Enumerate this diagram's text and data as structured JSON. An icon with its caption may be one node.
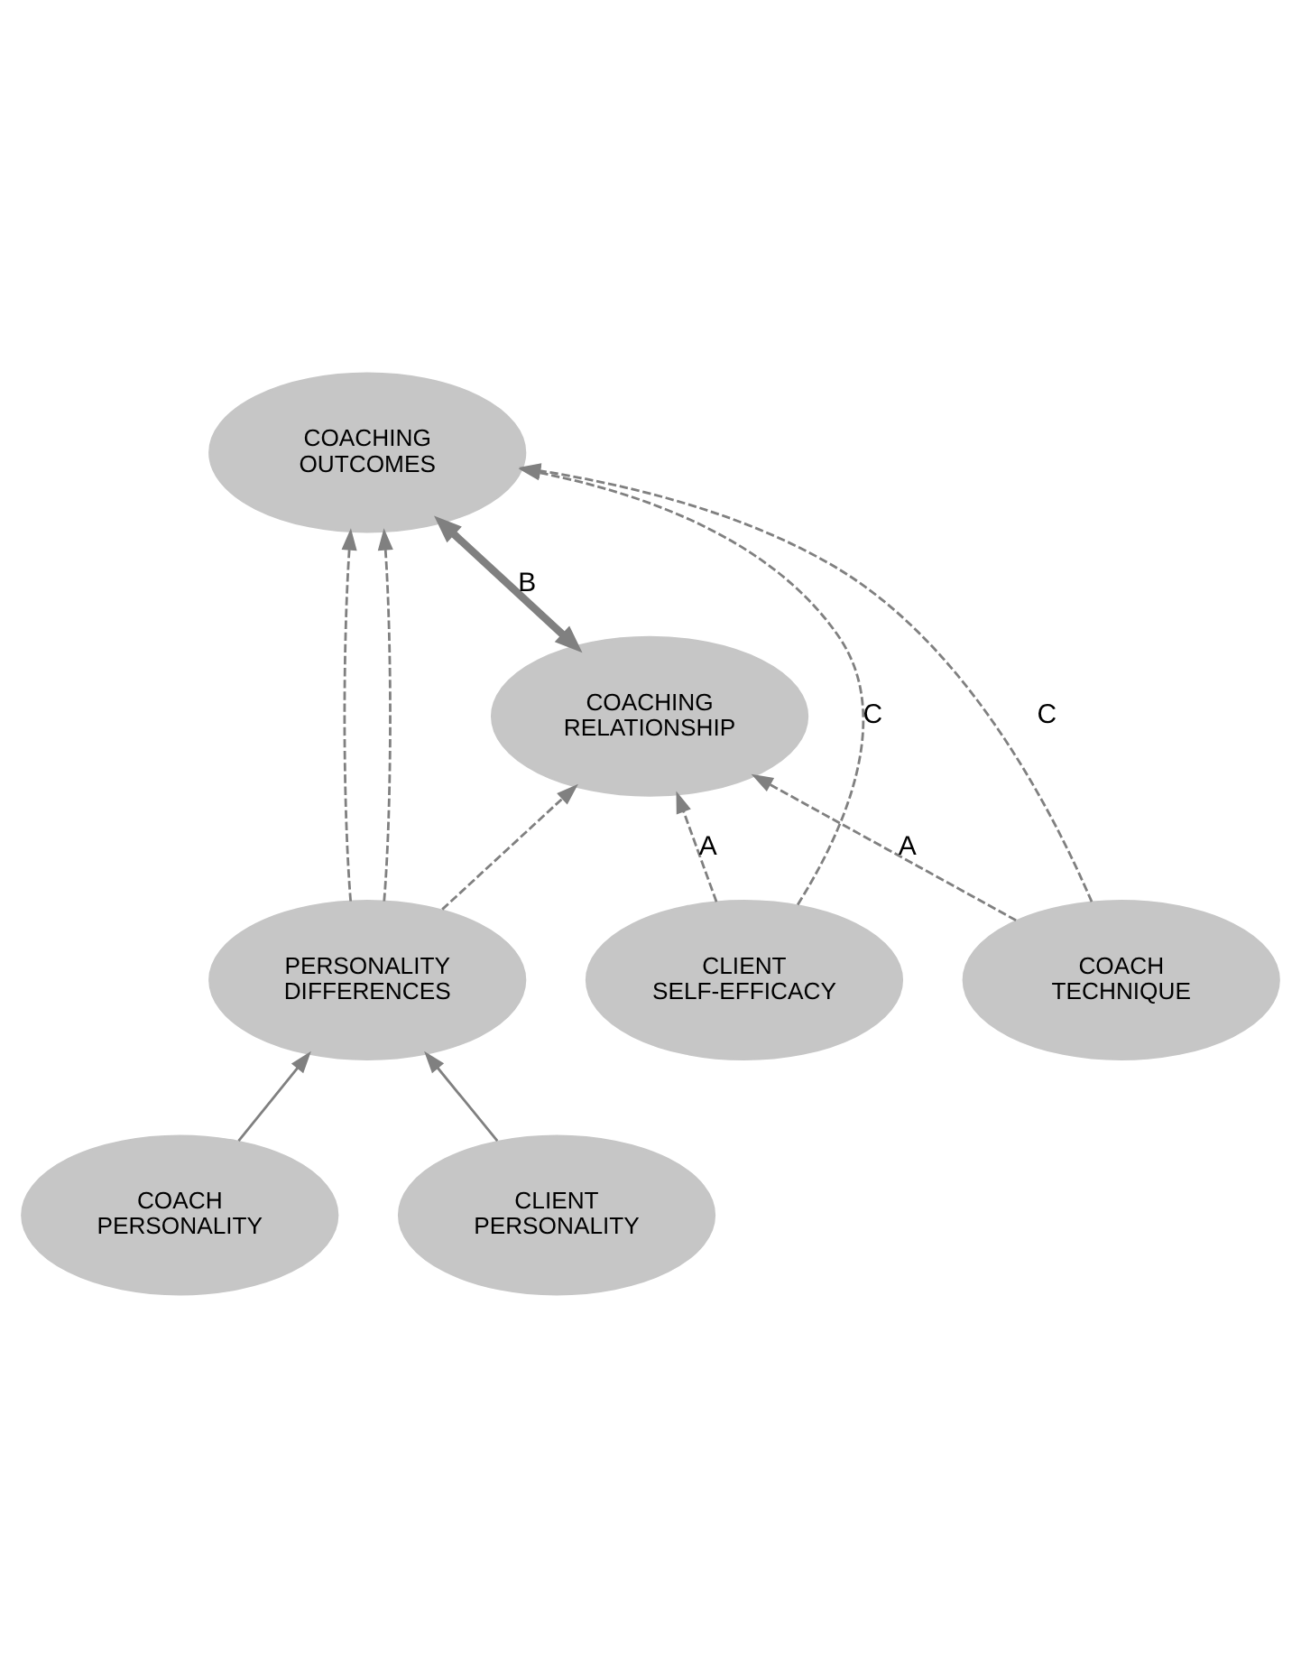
{
  "diagram": {
    "nodes": [
      {
        "text": [
          "COACHING OUTCOMES"
        ]
      },
      {
        "text": [
          "COACHING RELATIONSHIP"
        ]
      },
      {
        "text": [
          "PERSONALITY DIFFERENCES"
        ]
      },
      {
        "text": [
          "COACH TECHNIQUE"
        ]
      },
      {
        "text": [
          "CLIENT SELF-EFFICACY"
        ]
      },
      {
        "text": [
          "COACH PERSONALITY"
        ]
      },
      {
        "text": [
          "CLIENT PERSONALITY"
        ]
      }
    ],
    "edges": [
      {
        "from": 1,
        "to": 0,
        "arrow": "both",
        "label": "B",
        "style": "thick"
      },
      {
        "from": 3,
        "to": 0,
        "arrow": "to",
        "label": "C",
        "style": "dashed"
      },
      {
        "from": 2,
        "to": 0,
        "arrow": "to",
        "style": "dashed"
      },
      {
        "from": 2,
        "to": 0,
        "arrow": "to",
        "style": "dashed"
      },
      {
        "from": 4,
        "to": 0,
        "arrow": "to",
        "label": "C",
        "style": "dashed"
      },
      {
        "from": 3,
        "to": 1,
        "arrow": "to",
        "label": "A",
        "style": "dashed"
      },
      {
        "from": 2,
        "to": 1,
        "arrow": "to",
        "style": "dashed"
      },
      {
        "from": 4,
        "to": 1,
        "arrow": "to",
        "label": "A",
        "style": "dashed"
      },
      {
        "from": 5,
        "to": 2,
        "arrow": "to"
      },
      {
        "from": 6,
        "to": 2,
        "arrow": "to"
      }
    ]
  }
}
